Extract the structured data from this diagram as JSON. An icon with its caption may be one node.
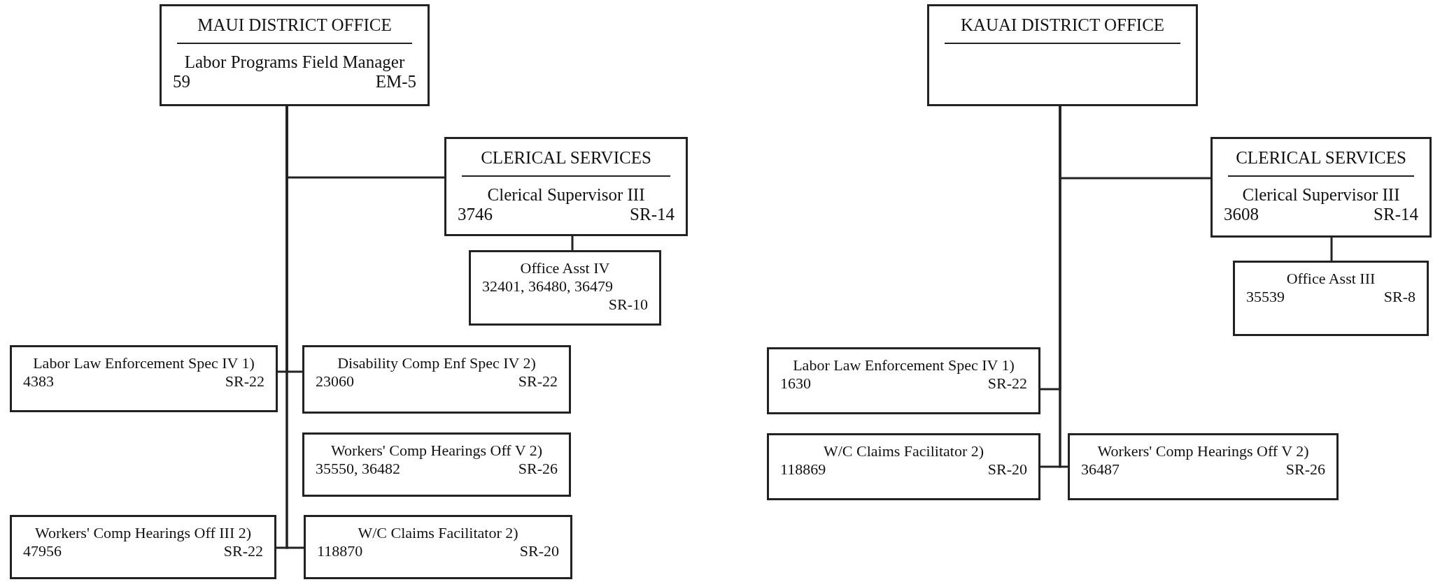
{
  "diagram": {
    "nodes": [
      {
        "text": [
          "MAUI DISTRICT OFFICE",
          "Labor Programs Field Manager",
          "59",
          "EM-5"
        ]
      },
      {
        "text": [
          "CLERICAL SERVICES",
          "Clerical Supervisor III",
          "3746",
          "SR-14"
        ]
      },
      {
        "text": [
          "Office Asst IV",
          "32401, 36480, 36479",
          "SR-10"
        ]
      },
      {
        "text": [
          "Labor Law Enforcement Spec IV 1)",
          "4383",
          "SR-22"
        ]
      },
      {
        "text": [
          "Disability Comp Enf Spec IV 2)",
          "23060",
          "SR-22"
        ]
      },
      {
        "text": [
          "Workers' Comp Hearings Off V 2)",
          "35550, 36482",
          "SR-26"
        ]
      },
      {
        "text": [
          "Workers' Comp Hearings Off III 2)",
          "47956",
          "SR-22"
        ]
      },
      {
        "text": [
          "W/C Claims Facilitator  2)",
          "118870",
          "SR-20"
        ]
      },
      {
        "text": [
          "KAUAI DISTRICT OFFICE"
        ]
      },
      {
        "text": [
          "CLERICAL SERVICES",
          "Clerical Supervisor III",
          "3608",
          "SR-14"
        ]
      },
      {
        "text": [
          "Office Asst III",
          "35539",
          "SR-8"
        ]
      },
      {
        "text": [
          "Labor Law Enforcement Spec IV 1)",
          "1630",
          "SR-22"
        ]
      },
      {
        "text": [
          "W/C Claims Facilitator  2)",
          "118869",
          "SR-20"
        ]
      },
      {
        "text": [
          "Workers' Comp Hearings Off  V 2)",
          "36487",
          "SR-26"
        ]
      }
    ],
    "edges": [
      {
        "from": 0,
        "to": 1,
        "arrow": "none"
      },
      {
        "from": 1,
        "to": 2,
        "arrow": "none"
      },
      {
        "from": 0,
        "to": 3,
        "arrow": "none"
      },
      {
        "from": 0,
        "to": 4,
        "arrow": "none"
      },
      {
        "from": 0,
        "to": 6,
        "arrow": "none"
      },
      {
        "from": 0,
        "to": 7,
        "arrow": "none"
      },
      {
        "from": 8,
        "to": 9,
        "arrow": "none"
      },
      {
        "from": 9,
        "to": 10,
        "arrow": "none"
      },
      {
        "from": 8,
        "to": 11,
        "arrow": "none"
      },
      {
        "from": 8,
        "to": 12,
        "arrow": "none"
      },
      {
        "from": 8,
        "to": 13,
        "arrow": "none"
      }
    ]
  }
}
